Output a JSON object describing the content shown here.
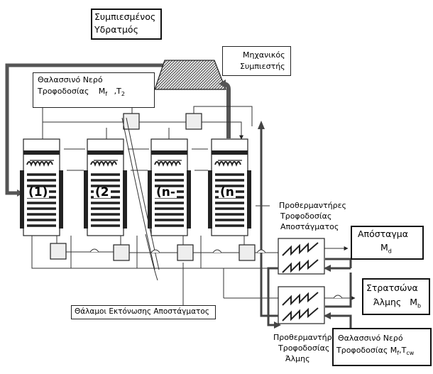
{
  "compressed_vapor": {
    "line1": "Συμπιεσμένος",
    "line2": "Υδρατμός"
  },
  "compressor": {
    "line1": "Μηχανικός",
    "line2": "Συμπιεστής"
  },
  "feed_seawater_top": {
    "line1": "Θαλασσινό Νερό",
    "line2": "Τροφοδοσίας",
    "var": "M",
    "var_sub": "f",
    "temp": ",T",
    "temp_sub": "2"
  },
  "effects": [
    {
      "label": "(1)"
    },
    {
      "label": "(2"
    },
    {
      "label": "(n-"
    },
    {
      "label": "(n"
    }
  ],
  "distillate_preheater": {
    "line1": "Προθερμαντήρες",
    "line2": "Τροφοδοσίας",
    "line3": "Αποστάγματος"
  },
  "distillate": {
    "label": "Απόσταγμα",
    "var": "M",
    "var_sub": "d"
  },
  "brine_reject": {
    "line1": "Στρατσώνα",
    "line2": "Άλμης",
    "var": "M",
    "var_sub": "b"
  },
  "flash_chambers": {
    "label": "Θάλαμοι Εκτόνωσης Αποστάγματος"
  },
  "brine_preheater": {
    "line1": "Προθερμαντήρες",
    "line2": "Τροφοδοσίας",
    "line3": "Άλμης"
  },
  "feed_seawater_bottom": {
    "line1": "Θαλασσινό Νερό",
    "line2": "Τροφοδοσίας M",
    "sub1": "f",
    "mid": ",T",
    "sub2": "cw"
  }
}
